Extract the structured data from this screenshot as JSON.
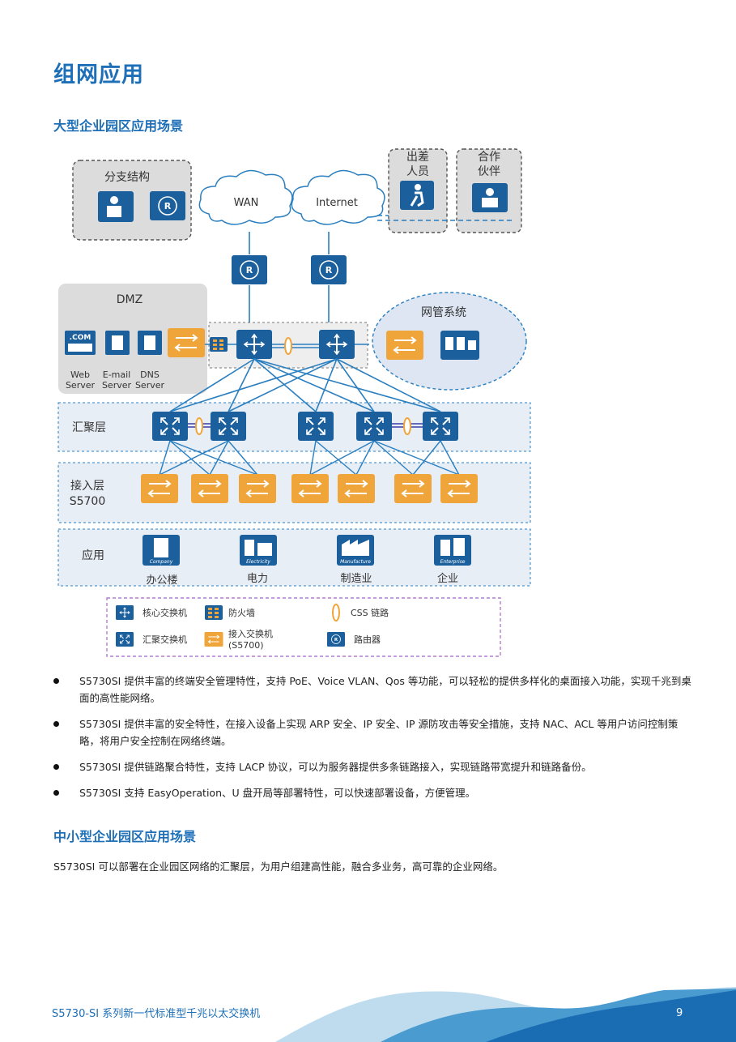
{
  "page_title": "组网应用",
  "section1_title": "大型企业园区应用场景",
  "section2_title": "中小型企业园区应用场景",
  "diagram": {
    "branch": "分支结构",
    "wan": "WAN",
    "internet": "Internet",
    "travel_line1": "出差",
    "travel_line2": "人员",
    "partner_line1": "合作",
    "partner_line2": "伙伴",
    "dmz": "DMZ",
    "com_label": ".COM",
    "web_l1": "Web",
    "web_l2": "Server",
    "email_l1": "E-mail",
    "email_l2": "Server",
    "dns_l1": "DNS",
    "dns_l2": "Server",
    "nms": "网管系统",
    "agg_layer": "汇聚层",
    "access_layer_l1": "接入层",
    "access_layer_l2": "S5700",
    "app_layer": "应用",
    "app_office": "办公楼",
    "app_power": "电力",
    "app_manufacturing": "制造业",
    "app_enterprise": "企业",
    "icon_company": "Company",
    "icon_electricity": "Electricity",
    "icon_manufacture": "Manufacture",
    "icon_enterprise": "Enterprise",
    "legend": {
      "core": "核心交换机",
      "firewall": "防火墙",
      "css": "CSS 链路",
      "agg": "汇聚交换机",
      "access_l1": "接入交换机",
      "access_l2": "(S5700)",
      "router": "路由器"
    },
    "colors": {
      "blue": "#1b5f9c",
      "orange": "#f0a53a",
      "line": "#2a7fc0"
    }
  },
  "bullets": [
    "S5730SI 提供丰富的终端安全管理特性，支持 PoE、Voice VLAN、Qos 等功能，可以轻松的提供多样化的桌面接入功能，实现千兆到桌面的高性能网络。",
    "S5730SI 提供丰富的安全特性，在接入设备上实现 ARP 安全、IP 安全、IP 源防攻击等安全措施，支持 NAC、ACL 等用户访问控制策略，将用户安全控制在网络终端。",
    "S5730SI 提供链路聚合特性，支持 LACP 协议，可以为服务器提供多条链路接入，实现链路带宽提升和链路备份。",
    "S5730SI 支持 EasyOperation、U 盘开局等部署特性，可以快速部署设备，方便管理。"
  ],
  "section2_text": "S5730SI 可以部署在企业园区网络的汇聚层，为用户组建高性能，融合多业务，高可靠的企业网络。",
  "footer": {
    "product": "S5730-SI 系列新一代标准型千兆以太交换机",
    "page_number": "9"
  }
}
